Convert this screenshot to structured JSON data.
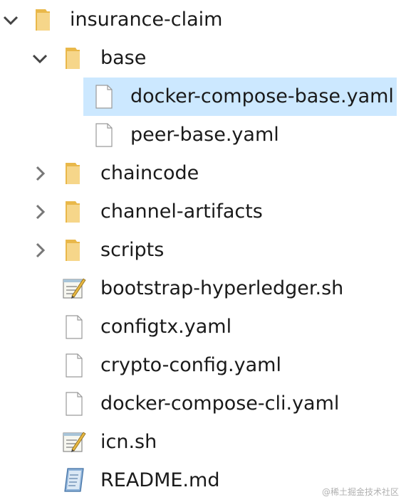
{
  "tree": {
    "items": [
      {
        "label": "insurance-claim",
        "type": "folder",
        "expanded": true,
        "selected": false
      },
      {
        "label": "base",
        "type": "folder",
        "expanded": true,
        "selected": false
      },
      {
        "label": "docker-compose-base.yaml",
        "type": "file",
        "selected": true
      },
      {
        "label": "peer-base.yaml",
        "type": "file",
        "selected": false
      },
      {
        "label": "chaincode",
        "type": "folder",
        "expanded": false,
        "selected": false
      },
      {
        "label": "channel-artifacts",
        "type": "folder",
        "expanded": false,
        "selected": false
      },
      {
        "label": "scripts",
        "type": "folder",
        "expanded": false,
        "selected": false
      },
      {
        "label": "bootstrap-hyperledger.sh",
        "type": "script",
        "selected": false
      },
      {
        "label": "configtx.yaml",
        "type": "file",
        "selected": false
      },
      {
        "label": "crypto-config.yaml",
        "type": "file",
        "selected": false
      },
      {
        "label": "docker-compose-cli.yaml",
        "type": "file",
        "selected": false
      },
      {
        "label": "icn.sh",
        "type": "script",
        "selected": false
      },
      {
        "label": "README.md",
        "type": "markdown",
        "selected": false
      }
    ]
  },
  "watermark": "@稀土掘金技术社区",
  "colors": {
    "selection": "#cce8ff",
    "folder": "#f6d68a",
    "chevron": "#444444"
  },
  "icons": {
    "folder": "folder-icon",
    "file": "file-icon",
    "script": "script-icon",
    "markdown": "markdown-icon",
    "expanded": "chevron-down-icon",
    "collapsed": "chevron-right-icon"
  }
}
